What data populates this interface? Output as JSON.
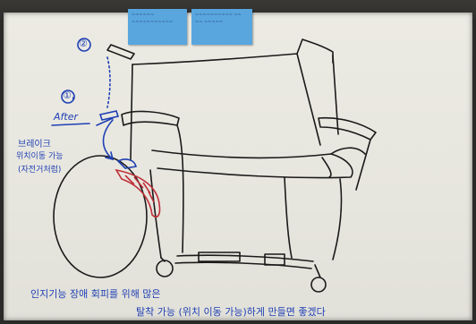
{
  "sticky_notes": [
    {
      "line1": "~~~~~~",
      "line2": "~~~~~~~~~~~"
    },
    {
      "line1": "~~~~~~~~~~ ~~",
      "line2": "~~ ~~~~~"
    }
  ],
  "labels": {
    "circle_two": "②",
    "circle_one": "①,",
    "after": "After",
    "brake_line1": "브레이크",
    "brake_line2": "위치이동 가능",
    "brake_line3": "(자전거처럼)",
    "bottom_line1": "인지기능 장애 회피를 위해 많은",
    "bottom_line2": "탈착 가능 (위치 이동 가능)하게 만들면 좋겠다"
  },
  "colors": {
    "paper": "#ebeae2",
    "ink_black": "#1a1a1a",
    "ink_blue": "#1f3fb4",
    "ink_red": "#c0303a",
    "sticky": "#59a6df"
  }
}
